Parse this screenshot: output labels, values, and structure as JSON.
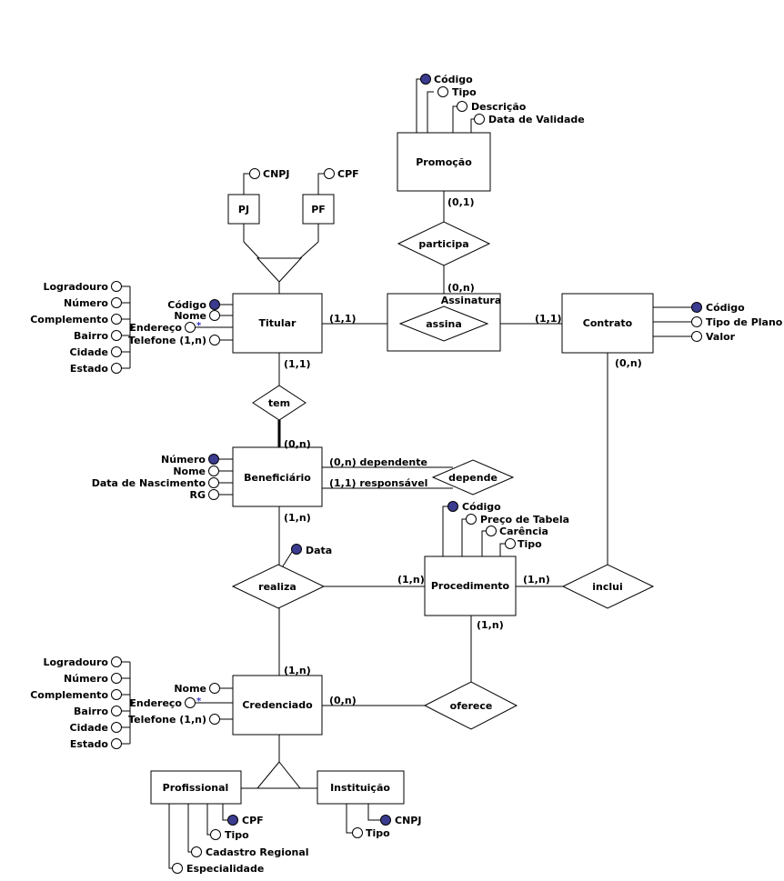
{
  "entities": {
    "promocao": "Promoção",
    "pj": "PJ",
    "pf": "PF",
    "titular": "Titular",
    "assinatura": "Assinatura",
    "contrato": "Contrato",
    "beneficiario": "Beneficiário",
    "procedimento": "Procedimento",
    "credenciado": "Credenciado",
    "profissional": "Profissional",
    "instituicao": "Instituição"
  },
  "relationships": {
    "participa": "participa",
    "assina": "assina",
    "tem": "tem",
    "depende": "depende",
    "realiza": "realiza",
    "inclui": "inclui",
    "oferece": "oferece"
  },
  "attributes": {
    "promocao": [
      "Código",
      "Tipo",
      "Descrição",
      "Data de Validade"
    ],
    "pj": [
      "CNPJ"
    ],
    "pf": [
      "CPF"
    ],
    "titular": [
      "Código",
      "Nome",
      "Endereço",
      "Telefone (1,n)"
    ],
    "titular_endereco": [
      "Logradouro",
      "Número",
      "Complemento",
      "Bairro",
      "Cidade",
      "Estado"
    ],
    "contrato": [
      "Código",
      "Tipo de Plano",
      "Valor"
    ],
    "beneficiario": [
      "Número",
      "Nome",
      "Data de Nascimento",
      "RG"
    ],
    "procedimento": [
      "Código",
      "Preço de Tabela",
      "Carência",
      "Tipo"
    ],
    "realiza": [
      "Data"
    ],
    "credenciado": [
      "Nome",
      "Endereço",
      "Telefone (1,n)"
    ],
    "credenciado_endereco": [
      "Logradouro",
      "Número",
      "Complemento",
      "Bairro",
      "Cidade",
      "Estado"
    ],
    "profissional": [
      "CPF",
      "Tipo",
      "Cadastro Regional",
      "Especialidade"
    ],
    "instituicao": [
      "CNPJ",
      "Tipo"
    ]
  },
  "multivalued_marker": "*",
  "cardinalities": {
    "promocao_participa": "(0,1)",
    "assinatura_participa": "(0,n)",
    "titular_assina": "(1,1)",
    "contrato_assina": "(1,1)",
    "titular_tem": "(1,1)",
    "beneficiario_tem": "(0,n)",
    "contrato_inclui": "(0,n)",
    "dependente": "(0,n) dependente",
    "responsavel": "(1,1) responsável",
    "beneficiario_realiza": "(1,n)",
    "procedimento_realiza": "(1,n)",
    "procedimento_inclui": "(1,n)",
    "procedimento_oferece": "(1,n)",
    "credenciado_realiza": "(1,n)",
    "credenciado_oferece": "(0,n)"
  },
  "colors": {
    "identifier_fill": "#3b3b8f",
    "multivalued_marker": "#3333cc"
  }
}
